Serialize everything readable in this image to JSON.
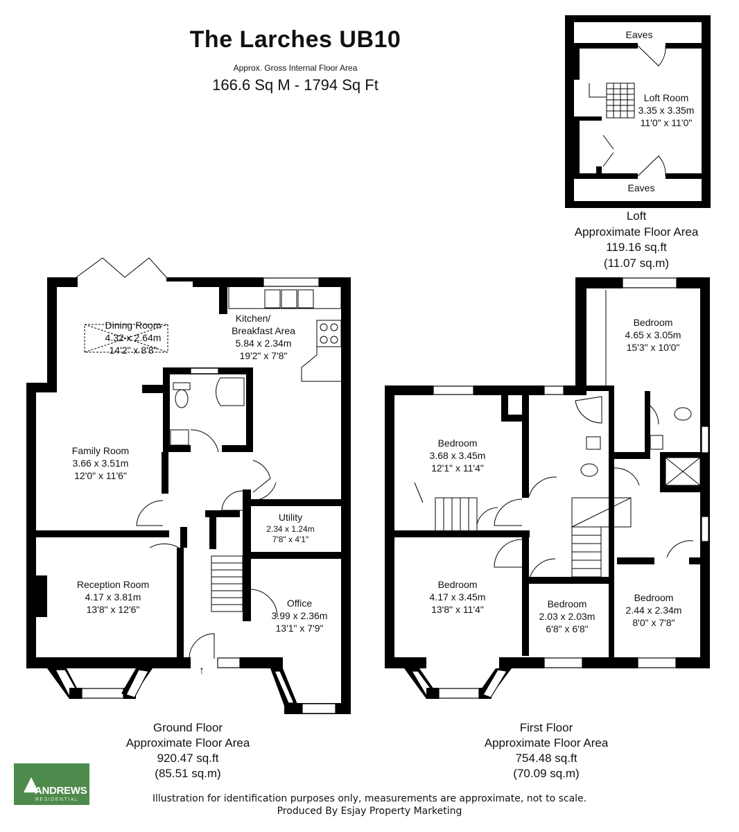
{
  "header": {
    "title": "The Larches UB10",
    "subtitle": "Approx. Gross Internal Floor Area",
    "total_area": "166.6 Sq M - 1794 Sq Ft"
  },
  "loft": {
    "eaves_top": "Eaves",
    "eaves_bottom": "Eaves",
    "room": {
      "name": "Loft Room",
      "metric": "3.35 x 3.35m",
      "imperial": "11'0\" x 11'0\""
    },
    "caption": {
      "name": "Loft",
      "label": "Approximate Floor Area",
      "sqft": "119.16 sq.ft",
      "sqm": "(11.07 sq.m)"
    }
  },
  "ground_floor": {
    "rooms": {
      "dining": {
        "name": "Dining Room",
        "metric": "4.32 x 2.64m",
        "imperial": "14'2\" x 8'8\""
      },
      "kitchen": {
        "name1": "Kitchen/",
        "name2": "Breakfast Area",
        "metric": "5.84 x 2.34m",
        "imperial": "19'2\" x 7'8\""
      },
      "family": {
        "name": "Family Room",
        "metric": "3.66 x 3.51m",
        "imperial": "12'0\" x 11'6\""
      },
      "utility": {
        "name": "Utility",
        "metric": "2.34 x 1.24m",
        "imperial": "7'8\" x 4'1\""
      },
      "reception": {
        "name": "Reception Room",
        "metric": "4.17 x 3.81m",
        "imperial": "13'8\" x 12'6\""
      },
      "office": {
        "name": "Office",
        "metric": "3.99 x 2.36m",
        "imperial": "13'1\" x 7'9\""
      }
    },
    "caption": {
      "name": "Ground Floor",
      "label": "Approximate Floor Area",
      "sqft": "920.47 sq.ft",
      "sqm": "(85.51 sq.m)"
    }
  },
  "first_floor": {
    "rooms": {
      "bedroom_rear_right": {
        "name": "Bedroom",
        "metric": "4.65 x 3.05m",
        "imperial": "15'3\" x 10'0\""
      },
      "bedroom_rear_left": {
        "name": "Bedroom",
        "metric": "3.68 x 3.45m",
        "imperial": "12'1\" x 11'4\""
      },
      "bedroom_front_left": {
        "name": "Bedroom",
        "metric": "4.17 x 3.45m",
        "imperial": "13'8\" x 11'4\""
      },
      "bedroom_front_middle": {
        "name": "Bedroom",
        "metric": "2.03 x 2.03m",
        "imperial": "6'8\" x 6'8\""
      },
      "bedroom_front_right": {
        "name": "Bedroom",
        "metric": "2.44 x 2.34m",
        "imperial": "8'0\" x 7'8\""
      }
    },
    "caption": {
      "name": "First Floor",
      "label": "Approximate Floor Area",
      "sqft": "754.48 sq.ft",
      "sqm": "(70.09 sq.m)"
    }
  },
  "brand": {
    "name": "ANDREWS",
    "sub": "RESIDENTIAL",
    "color": "#4e8a4c"
  },
  "footer": {
    "disclaimer": "Illustration for identification purposes only, measurements are approximate, not to scale.",
    "producer": "Produced By Esjay Property Marketing"
  }
}
